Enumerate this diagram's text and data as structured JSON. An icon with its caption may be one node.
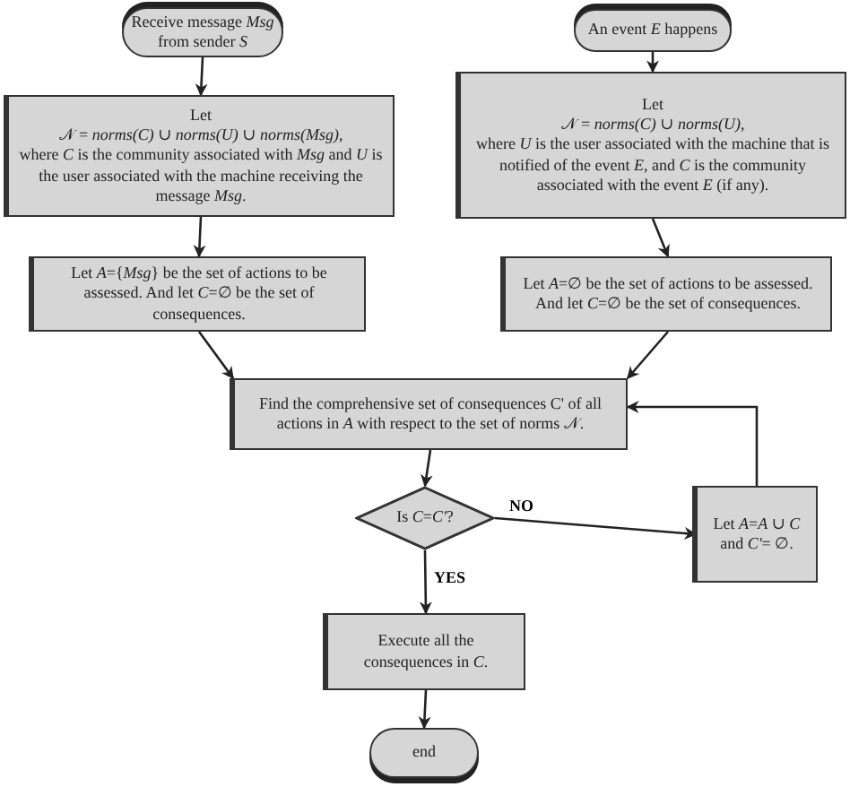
{
  "diagram": {
    "nodes": [
      {
        "text": [
          "Receive message *Msg* from sender *S*"
        ]
      },
      {
        "text": [
          "An event *E* happens"
        ]
      },
      {
        "text": [
          "Let",
          "𝒩 = *norms(C)* ∪ *norms(U)* ∪ *norms(Msg)*,",
          "where *C* is the community associated with *Msg* and *U* is the user associated with the machine receiving the message *Msg*."
        ]
      },
      {
        "text": [
          "Let",
          "𝒩 = *norms(C)* ∪ *norms(U)*,",
          "where *U* is the user associated with the machine that is notified of the event *E*, and *C* is the community associated with the event *E* (if any)."
        ]
      },
      {
        "text": [
          "Let *A*={*Msg*} be the set of actions to be assessed. And let *C*=∅ be the set of consequences."
        ]
      },
      {
        "text": [
          "Let *A*=∅ be the set of actions to be assessed. And let *C*=∅ be the set of consequences."
        ]
      },
      {
        "text": [
          "Find the comprehensive set of consequences C' of all actions in *A* with respect to the set of norms 𝒩."
        ]
      },
      {
        "text": [
          "Is *C*=*C'*?"
        ]
      },
      {
        "text": [
          "Let *A*=*A* ∪ *C* and *C'*= ∅."
        ]
      },
      {
        "text": [
          "Execute all the consequences in *C*."
        ]
      },
      {
        "text": [
          "end"
        ]
      }
    ],
    "edges": [
      {
        "from": 0,
        "to": 2,
        "arrow": "to"
      },
      {
        "from": 2,
        "to": 4,
        "arrow": "to"
      },
      {
        "from": 4,
        "to": 6,
        "arrow": "to"
      },
      {
        "from": 1,
        "to": 3,
        "arrow": "to"
      },
      {
        "from": 3,
        "to": 5,
        "arrow": "to"
      },
      {
        "from": 5,
        "to": 6,
        "arrow": "to"
      },
      {
        "from": 6,
        "to": 7,
        "arrow": "to"
      },
      {
        "from": 7,
        "to": 8,
        "arrow": "to",
        "label": "NO"
      },
      {
        "from": 8,
        "to": 6,
        "arrow": "to"
      },
      {
        "from": 7,
        "to": 9,
        "arrow": "to",
        "label": "YES"
      },
      {
        "from": 9,
        "to": 10,
        "arrow": "to"
      }
    ]
  }
}
